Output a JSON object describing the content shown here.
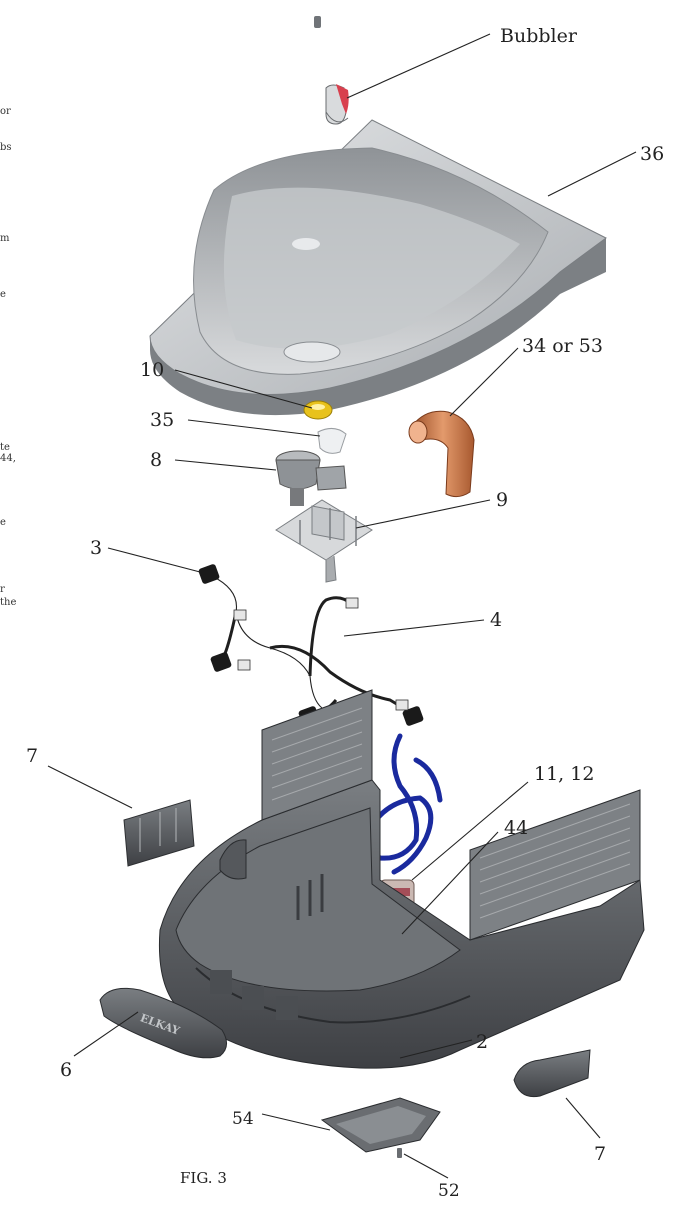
{
  "figure_caption": "FIG. 3",
  "callouts": {
    "bubbler": "Bubbler",
    "c36": "36",
    "c10": "10",
    "c34_53": "34 or 53",
    "c35": "35",
    "c8": "8",
    "c9": "9",
    "c3": "3",
    "c4": "4",
    "c7_left": "7",
    "c11_12": "11, 12",
    "c44": "44",
    "c6": "6",
    "c2": "2",
    "c54": "54",
    "c7_right": "7",
    "c52": "52"
  },
  "left_margin_fragments": [
    "or",
    "bs",
    "m",
    "e",
    "te",
    "44,",
    "e",
    "r",
    "the"
  ],
  "front_logo": "ELKAY",
  "colors": {
    "basin": "#c9ccce",
    "plastic_dark": "#5d6064",
    "copper": "#c97a4e",
    "strainer": "#e8c21c",
    "tubing": "#1a2a9e",
    "bubbler_red": "#d8404e"
  }
}
